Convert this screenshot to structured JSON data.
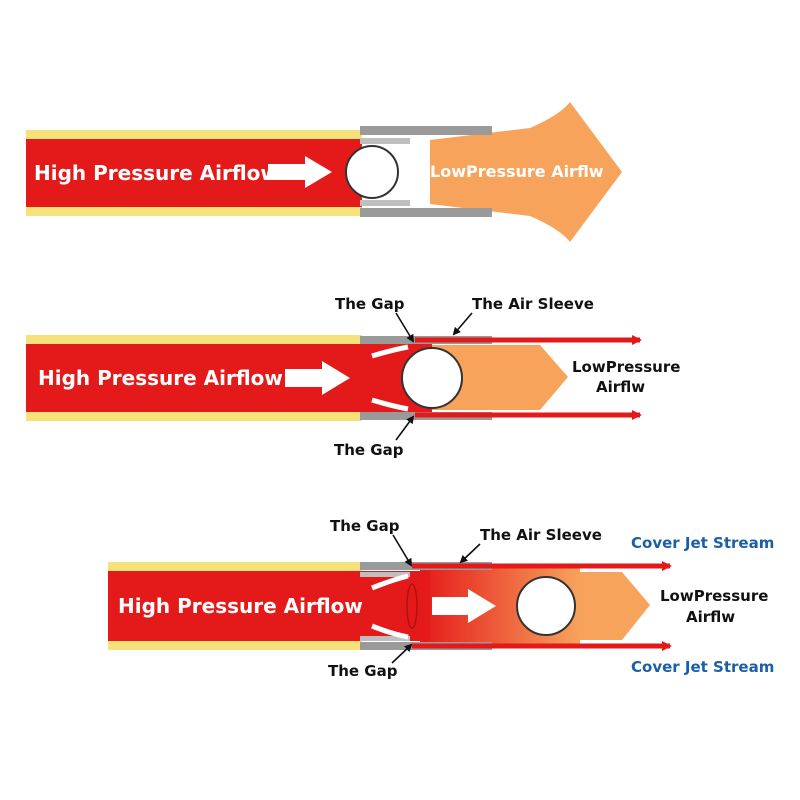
{
  "colors": {
    "tube_yellow": "#f6e27a",
    "tube_red": "#e41a1a",
    "low_pressure_orange": "#f7a35c",
    "sleeve_gray": "#9a9a9a",
    "jet_blue": "#1b5fa8"
  },
  "diagram1": {
    "high_label": "High Pressure Airflow",
    "low_label": "LowPressure Airflw"
  },
  "diagram2": {
    "high_label": "High Pressure Airflow",
    "gap_top": "The Gap",
    "gap_bottom": "The Gap",
    "sleeve_label": "The Air Sleeve",
    "low_label_line1": "LowPressure",
    "low_label_line2": "Airflw"
  },
  "diagram3": {
    "high_label": "High Pressure Airflow",
    "gap_top": "The Gap",
    "gap_bottom": "The Gap",
    "sleeve_label": "The Air Sleeve",
    "jet_top": "Cover Jet Stream",
    "jet_bottom": "Cover Jet Stream",
    "low_label_line1": "LowPressure",
    "low_label_line2": "Airflw"
  }
}
